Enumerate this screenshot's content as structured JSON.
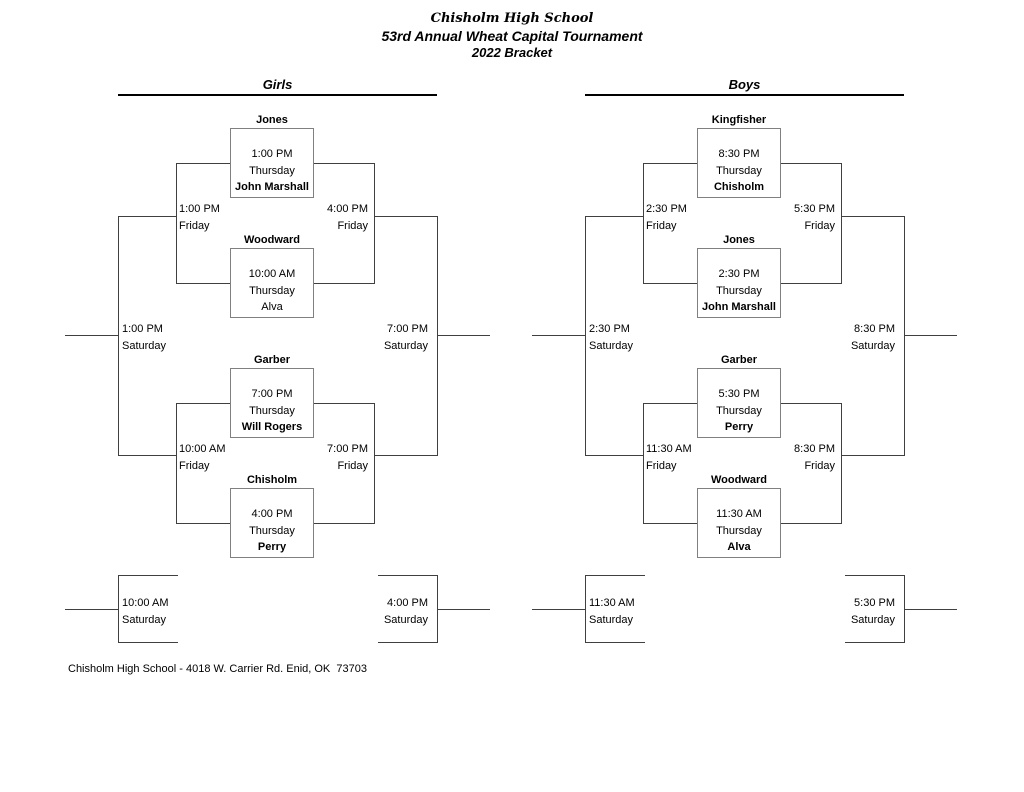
{
  "page": {
    "title_school": "Chisholm High School",
    "title_tournament": "53rd Annual Wheat Capital Tournament",
    "title_bracket": "2022 Bracket",
    "footer": "Chisholm High School - 4018 W. Carrier Rd. Enid, OK  73703"
  },
  "colors": {
    "line": "#404040",
    "box_border": "#808080",
    "text": "#000000"
  },
  "brackets": [
    {
      "label": "Girls",
      "first_round": [
        {
          "team_top": "Jones",
          "time": "1:00 PM",
          "day": "Thursday",
          "team_bottom": "John Marshall",
          "team_bottom_bold": true
        },
        {
          "team_top": "Woodward",
          "time": "10:00 AM",
          "day": "Thursday",
          "team_bottom": "Alva",
          "team_bottom_bold": false
        },
        {
          "team_top": "Garber",
          "time": "7:00 PM",
          "day": "Thursday",
          "team_bottom": "Will Rogers",
          "team_bottom_bold": true
        },
        {
          "team_top": "Chisholm",
          "time": "4:00 PM",
          "day": "Thursday",
          "team_bottom": "Perry",
          "team_bottom_bold": true
        }
      ],
      "friday_games": [
        {
          "position": "upper-left",
          "time": "1:00 PM",
          "day": "Friday"
        },
        {
          "position": "upper-right",
          "time": "4:00 PM",
          "day": "Friday"
        },
        {
          "position": "lower-left",
          "time": "10:00 AM",
          "day": "Friday"
        },
        {
          "position": "lower-right",
          "time": "7:00 PM",
          "day": "Friday"
        }
      ],
      "saturday_games": [
        {
          "position": "left",
          "time": "1:00 PM",
          "day": "Saturday"
        },
        {
          "position": "right",
          "time": "7:00 PM",
          "day": "Saturday"
        }
      ],
      "saturday_consolation": [
        {
          "position": "bottom-left",
          "time": "10:00 AM",
          "day": "Saturday"
        },
        {
          "position": "bottom-right",
          "time": "4:00 PM",
          "day": "Saturday"
        }
      ]
    },
    {
      "label": "Boys",
      "first_round": [
        {
          "team_top": "Kingfisher",
          "time": "8:30 PM",
          "day": "Thursday",
          "team_bottom": "Chisholm",
          "team_bottom_bold": true
        },
        {
          "team_top": "Jones",
          "time": "2:30 PM",
          "day": "Thursday",
          "team_bottom": "John Marshall",
          "team_bottom_bold": true
        },
        {
          "team_top": "Garber",
          "time": "5:30 PM",
          "day": "Thursday",
          "team_bottom": "Perry",
          "team_bottom_bold": true
        },
        {
          "team_top": "Woodward",
          "time": "11:30 AM",
          "day": "Thursday",
          "team_bottom": "Alva",
          "team_bottom_bold": true
        }
      ],
      "friday_games": [
        {
          "position": "upper-left",
          "time": "2:30 PM",
          "day": "Friday"
        },
        {
          "position": "upper-right",
          "time": "5:30 PM",
          "day": "Friday"
        },
        {
          "position": "lower-left",
          "time": "11:30 AM",
          "day": "Friday"
        },
        {
          "position": "lower-right",
          "time": "8:30 PM",
          "day": "Friday"
        }
      ],
      "saturday_games": [
        {
          "position": "left",
          "time": "2:30 PM",
          "day": "Saturday"
        },
        {
          "position": "right",
          "time": "8:30 PM",
          "day": "Saturday"
        }
      ],
      "saturday_consolation": [
        {
          "position": "bottom-left",
          "time": "11:30 AM",
          "day": "Saturday"
        },
        {
          "position": "bottom-right",
          "time": "5:30 PM",
          "day": "Saturday"
        }
      ]
    }
  ]
}
